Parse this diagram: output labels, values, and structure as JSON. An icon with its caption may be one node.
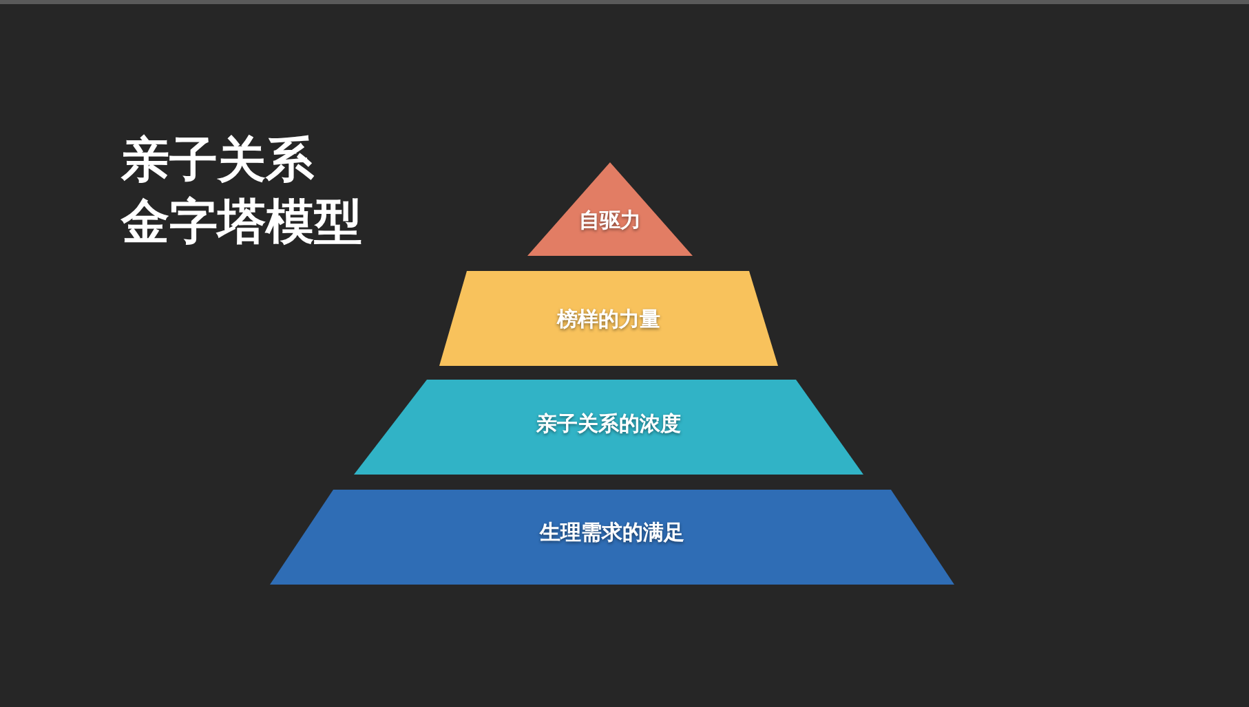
{
  "diagram": {
    "title": "亲子关系金字塔模型",
    "nodes": [
      {
        "text": [
          "自驱力"
        ]
      },
      {
        "text": [
          "榜样的力量"
        ]
      },
      {
        "text": [
          "亲子关系的浓度"
        ]
      },
      {
        "text": [
          "生理需求的满足"
        ]
      }
    ]
  }
}
